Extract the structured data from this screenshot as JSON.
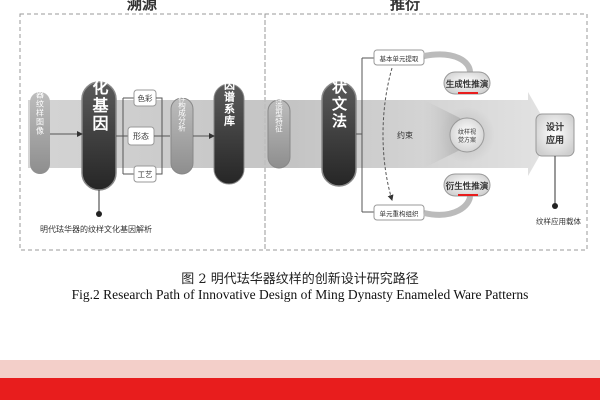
{
  "sections": {
    "left_title": "溯源",
    "right_title": "推衍"
  },
  "left": {
    "start_label": "珐华器纹样图像",
    "core": "文化基因",
    "attributes": [
      "色彩",
      "形态",
      "工艺"
    ],
    "analysis": "纹样构成分析",
    "library": "基因谱系库",
    "bottom_note": "明代珐华器的纹样文化基因解析"
  },
  "middle": {
    "feature": "纹样造型特征"
  },
  "right": {
    "core": "形状文法",
    "top_branch": "基本单元提取",
    "bottom_branch": "单元重构组织",
    "bracket": "约束",
    "gen_top": "生成性推演",
    "gen_bottom": "衍生性推演",
    "center": "纹样视觉方案",
    "output": "设计应用",
    "output_note": "纹样应用载体"
  },
  "caption": {
    "zh": "图 2 明代珐华器纹样的创新设计研究路径",
    "en": "Fig.2 Research Path of Innovative Design of Ming Dynasty Enameled Ware Patterns"
  },
  "colors": {
    "dark": "#3a3a3a",
    "accent_red": "#e81d1d",
    "soft_band": "#f3cfc9"
  }
}
